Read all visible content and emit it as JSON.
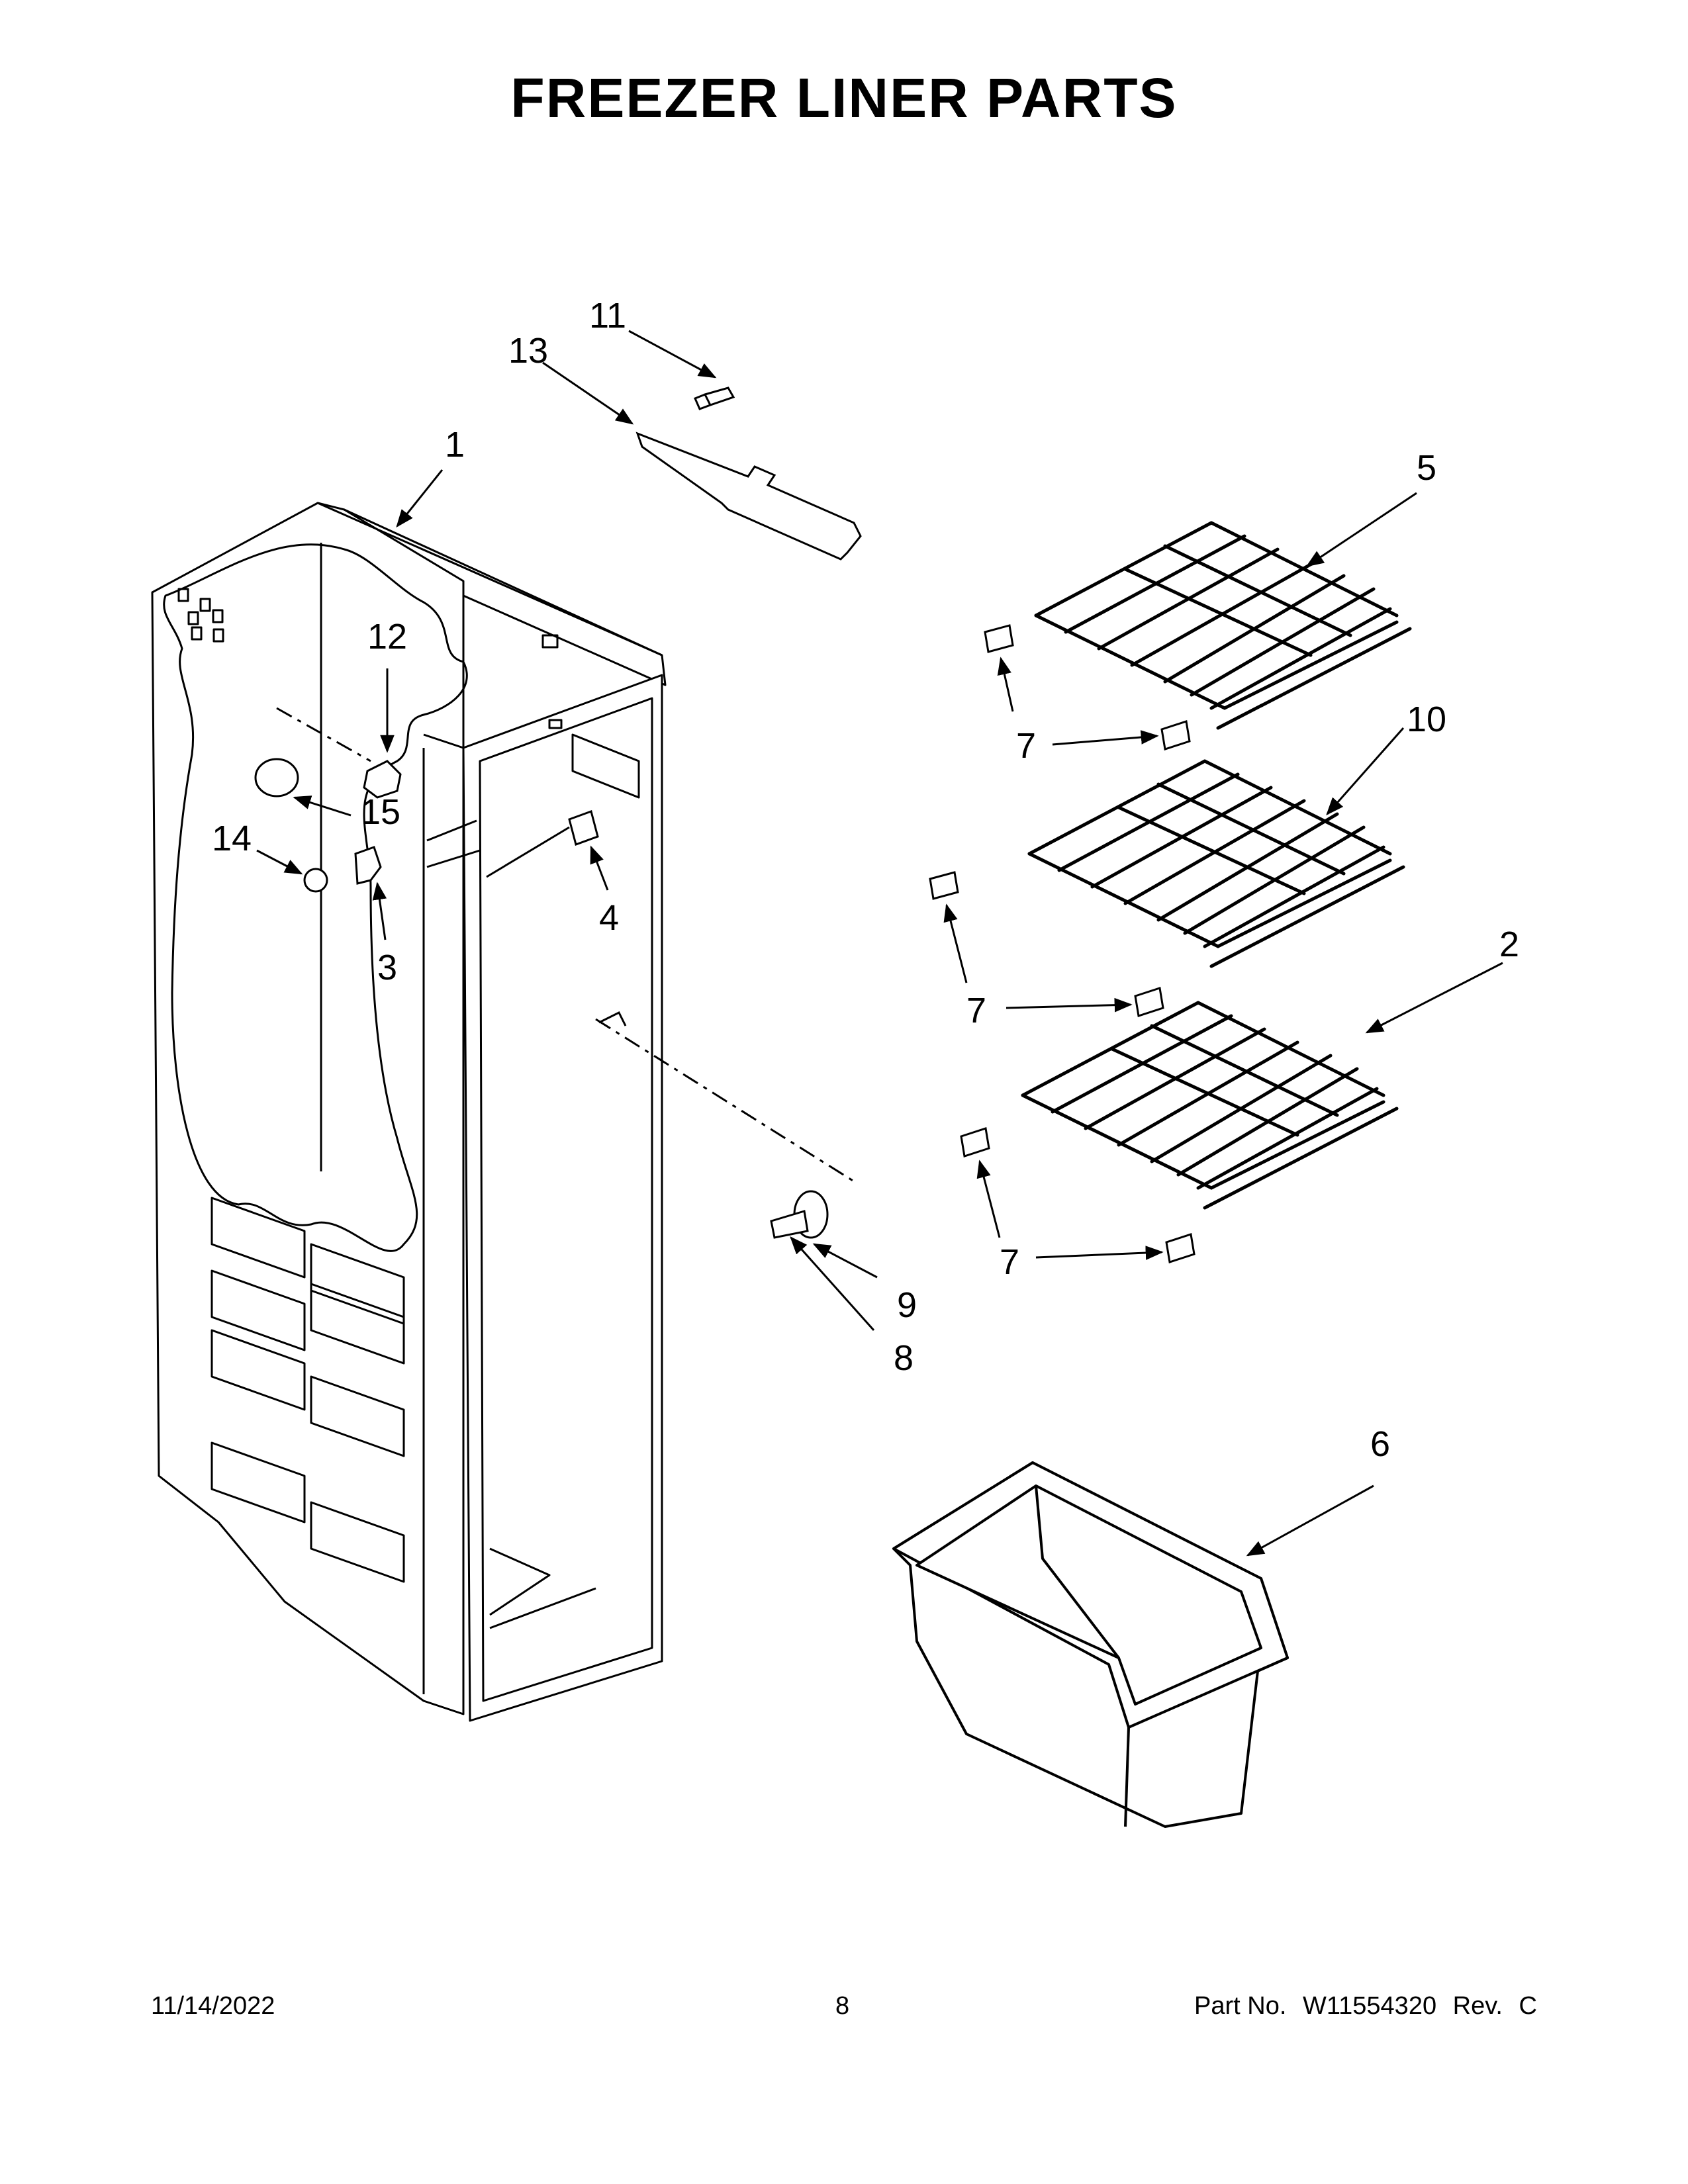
{
  "page": {
    "title": "FREEZER LINER PARTS"
  },
  "callouts": [
    {
      "id": "c1",
      "label": "1"
    },
    {
      "id": "c2",
      "label": "2"
    },
    {
      "id": "c3",
      "label": "3"
    },
    {
      "id": "c4",
      "label": "4"
    },
    {
      "id": "c5",
      "label": "5"
    },
    {
      "id": "c6",
      "label": "6"
    },
    {
      "id": "c7a",
      "label": "7"
    },
    {
      "id": "c7b",
      "label": "7"
    },
    {
      "id": "c7c",
      "label": "7"
    },
    {
      "id": "c8",
      "label": "8"
    },
    {
      "id": "c9",
      "label": "9"
    },
    {
      "id": "c10",
      "label": "10"
    },
    {
      "id": "c11",
      "label": "11"
    },
    {
      "id": "c12",
      "label": "12"
    },
    {
      "id": "c13",
      "label": "13"
    },
    {
      "id": "c14",
      "label": "14"
    },
    {
      "id": "c15",
      "label": "15"
    }
  ],
  "footer": {
    "date": "11/14/2022",
    "page_number": "8",
    "part_label": "Part No.",
    "part_number": "W11554320",
    "rev_label": "Rev.",
    "rev_value": "C"
  },
  "colors": {
    "line": "#000000",
    "background": "#ffffff"
  }
}
